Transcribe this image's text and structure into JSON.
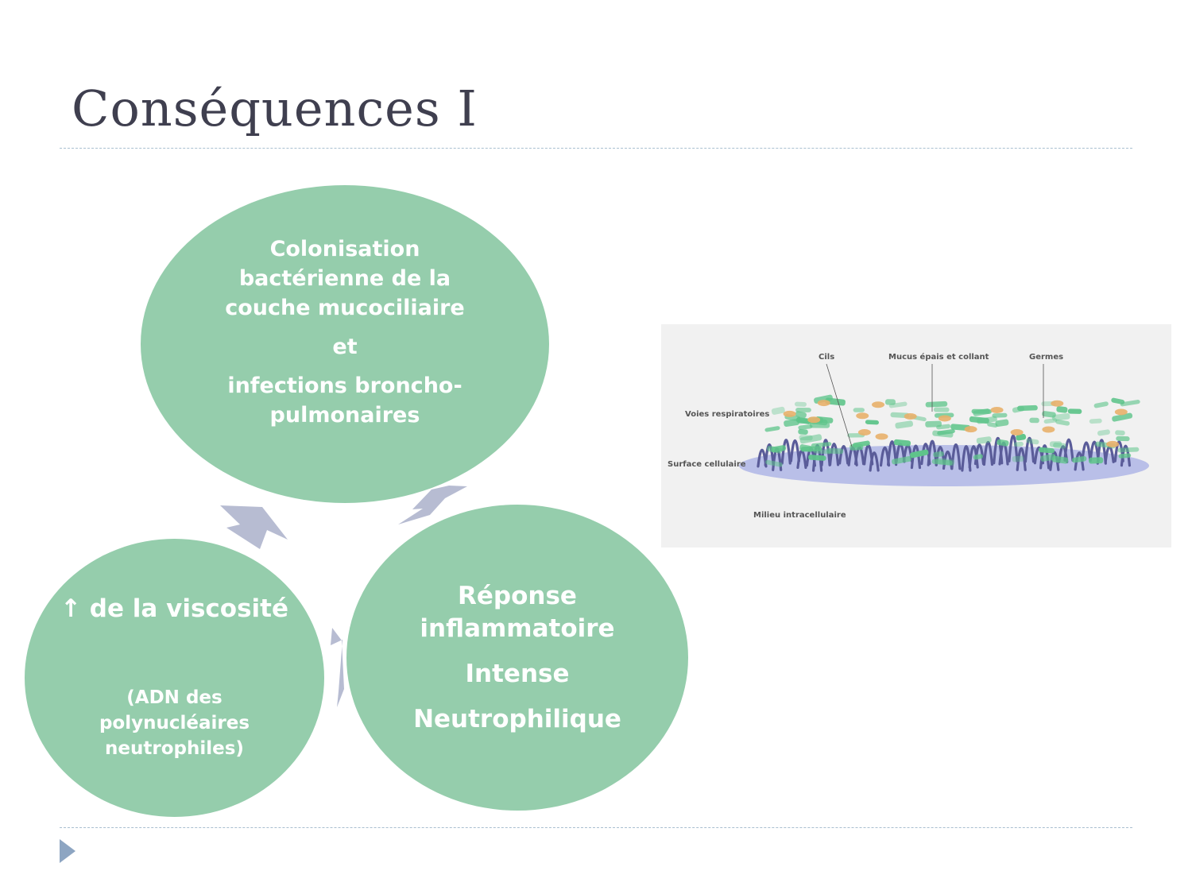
{
  "slide": {
    "title": "Conséquences I"
  },
  "cycle": {
    "top": {
      "line1": "Colonisation bactérienne de la couche mucociliaire",
      "line2": "et",
      "line3": "infections broncho-pulmonaires"
    },
    "right": {
      "line1": "Réponse inflammatoire",
      "line2": "Intense",
      "line3": "Neutrophilique"
    },
    "left": {
      "line1": "↑ de la viscosité",
      "line2": "(ADN des polynucléaires neutrophiles)"
    },
    "colors": {
      "circle": "#95cdac",
      "arrow": "#b7bcd2",
      "text": "#ffffff"
    }
  },
  "illustration": {
    "labels": {
      "cils": "Cils",
      "mucus": "Mucus épais et collant",
      "germes": "Germes",
      "voies": "Voies respiratoires",
      "surface": "Surface cellulaire",
      "milieu": "Milieu intracellulaire"
    },
    "colors": {
      "background": "#f1f1f1",
      "surface": "#b9bfe8",
      "cilia": "#5a5c99",
      "mucus": "#5ec48a",
      "germs": "#e8b06a"
    }
  }
}
